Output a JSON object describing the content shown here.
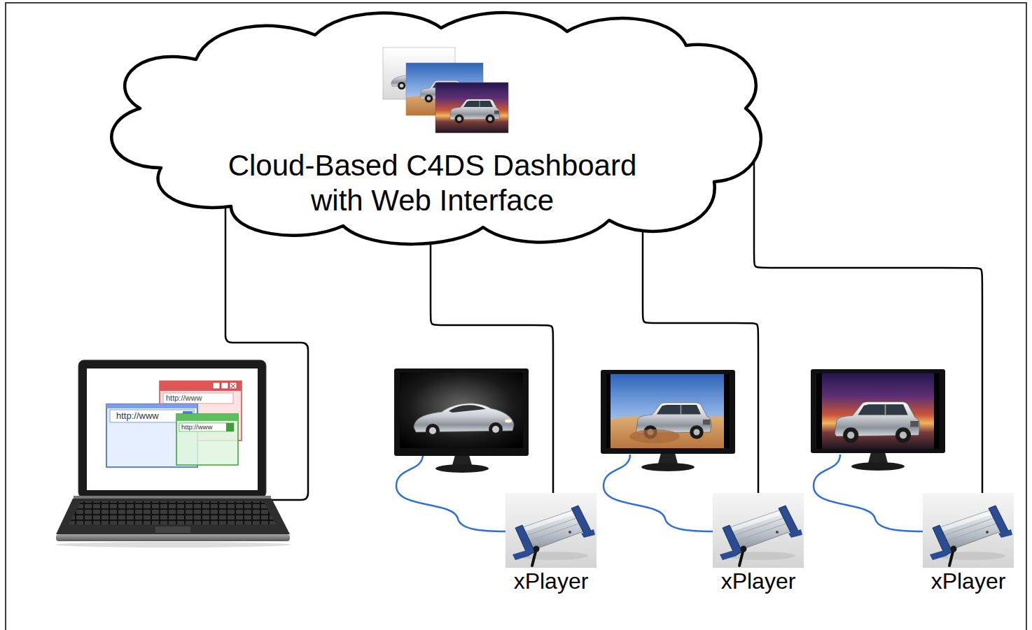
{
  "diagram": {
    "nodes": [
      {
        "text": [
          "Cloud-Based C4DS Dashboard with Web Interface"
        ]
      },
      {
        "text": [
          "xPlayer"
        ]
      },
      {
        "text": [
          "xPlayer"
        ]
      },
      {
        "text": [
          "xPlayer"
        ]
      }
    ],
    "edges": [
      {
        "from": 0,
        "to": 1,
        "arrow": "none"
      },
      {
        "from": 0,
        "to": 2,
        "arrow": "none"
      },
      {
        "from": 0,
        "to": 3,
        "arrow": "none"
      }
    ],
    "labels": [
      "http://www",
      "http://www",
      "http://www"
    ]
  }
}
